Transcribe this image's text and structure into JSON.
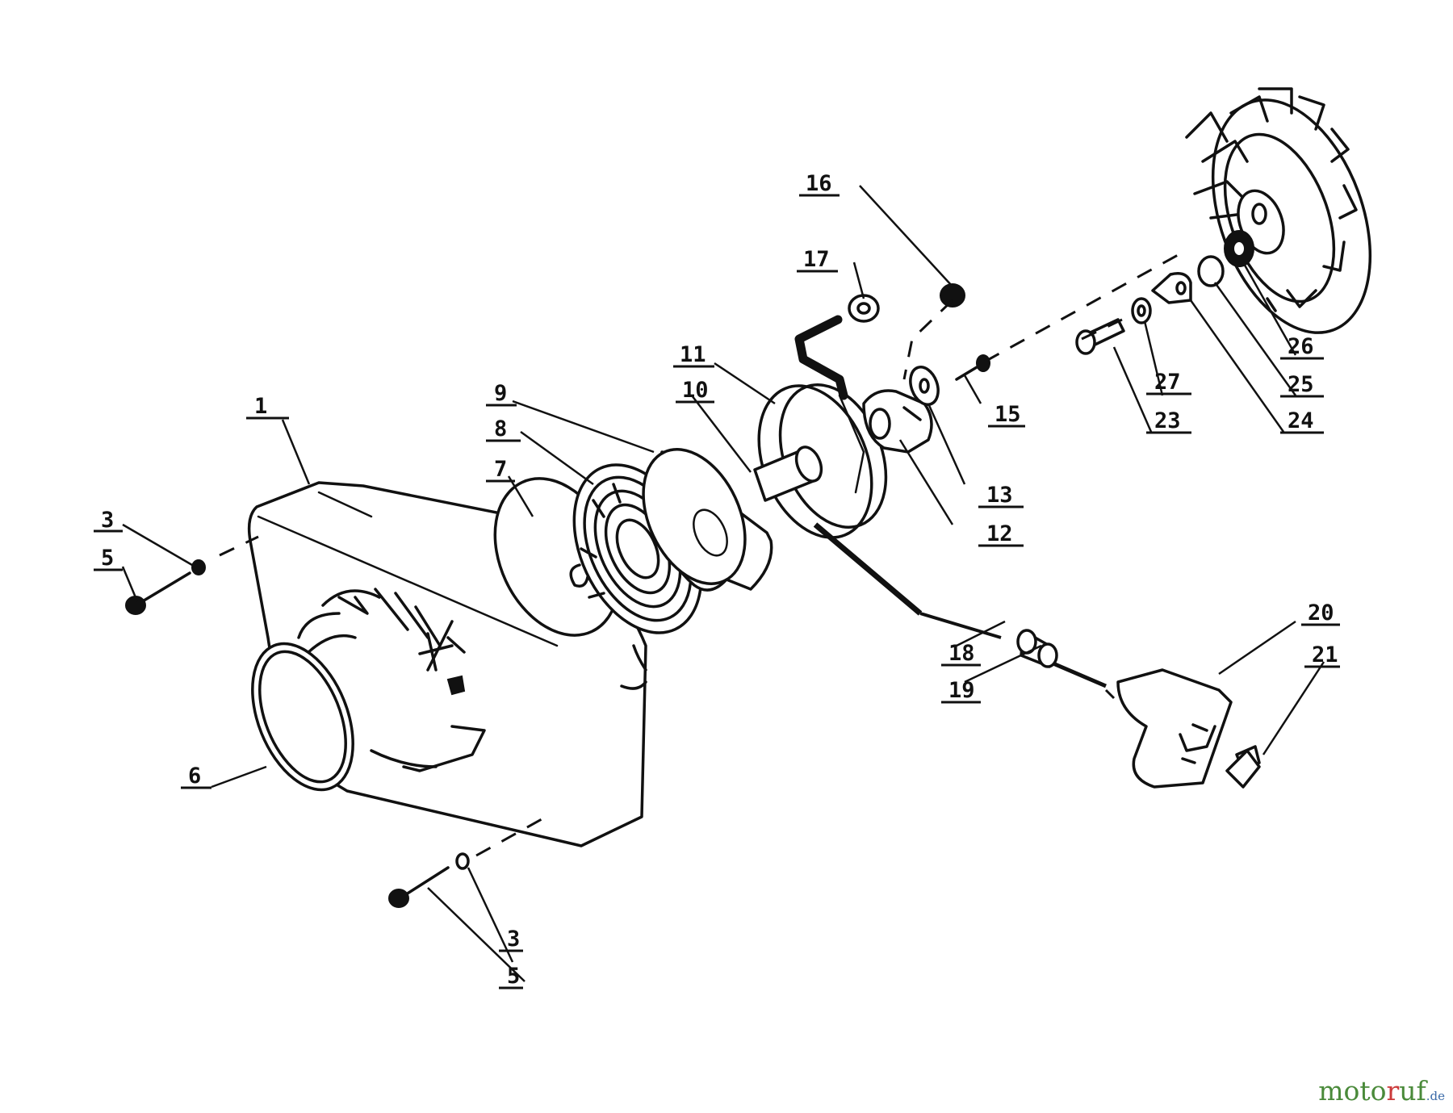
{
  "labels": {
    "p1": "1",
    "p3a": "3",
    "p5a": "5",
    "p3b": "3",
    "p5b": "5",
    "p6": "6",
    "p7": "7",
    "p8": "8",
    "p9": "9",
    "p10": "10",
    "p11": "11",
    "p12": "12",
    "p13": "13",
    "p15": "15",
    "p16": "16",
    "p17": "17",
    "p18": "18",
    "p19": "19",
    "p20": "20",
    "p21": "21",
    "p23": "23",
    "p24": "24",
    "p25": "25",
    "p26": "26",
    "p27": "27"
  },
  "watermark": {
    "part1": "moto",
    "part2": "r",
    "part3": "uf",
    "part4": ".de"
  }
}
